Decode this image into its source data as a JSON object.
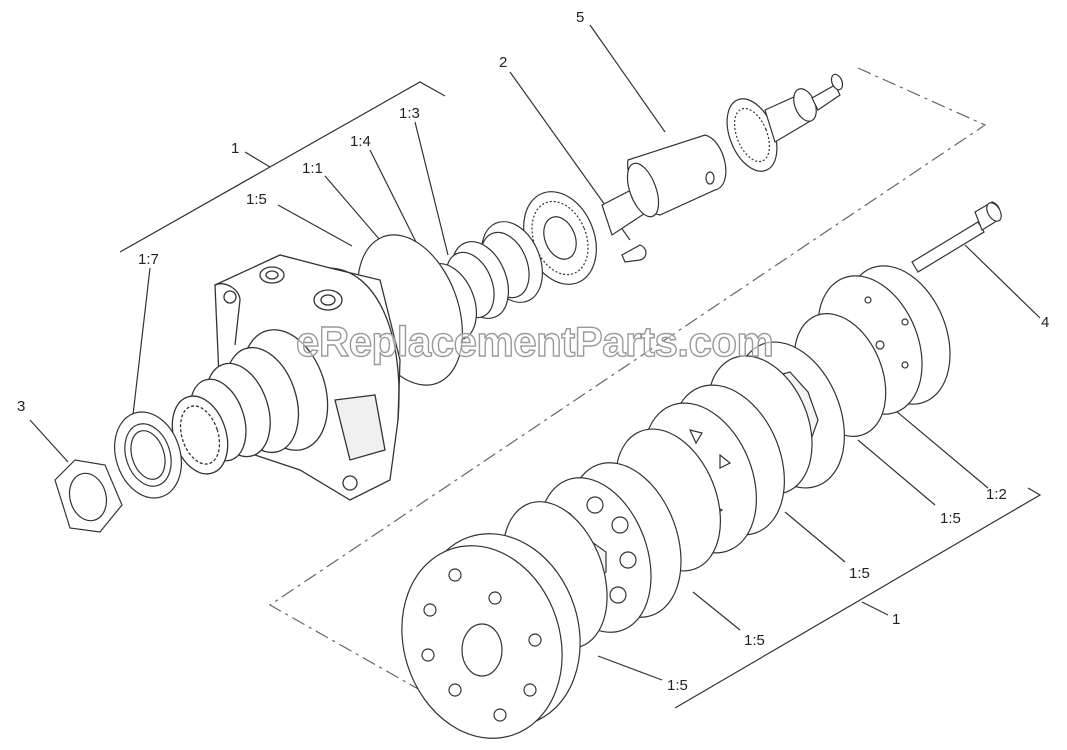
{
  "watermark": "eReplacementParts.com",
  "callouts": {
    "c1_top": "1",
    "c1_bottom": "1",
    "c1_1": "1:1",
    "c1_2": "1:2",
    "c1_3": "1:3",
    "c1_4": "1:4",
    "c1_5_top": "1:5",
    "c1_5_a": "1:5",
    "c1_5_b": "1:5",
    "c1_5_c": "1:5",
    "c1_5_d": "1:5",
    "c1_7": "1:7",
    "c2": "2",
    "c3": "3",
    "c4": "4",
    "c5": "5"
  },
  "colors": {
    "line": "#333333",
    "fill": "#ffffff",
    "shade": "#e6e6e6"
  }
}
